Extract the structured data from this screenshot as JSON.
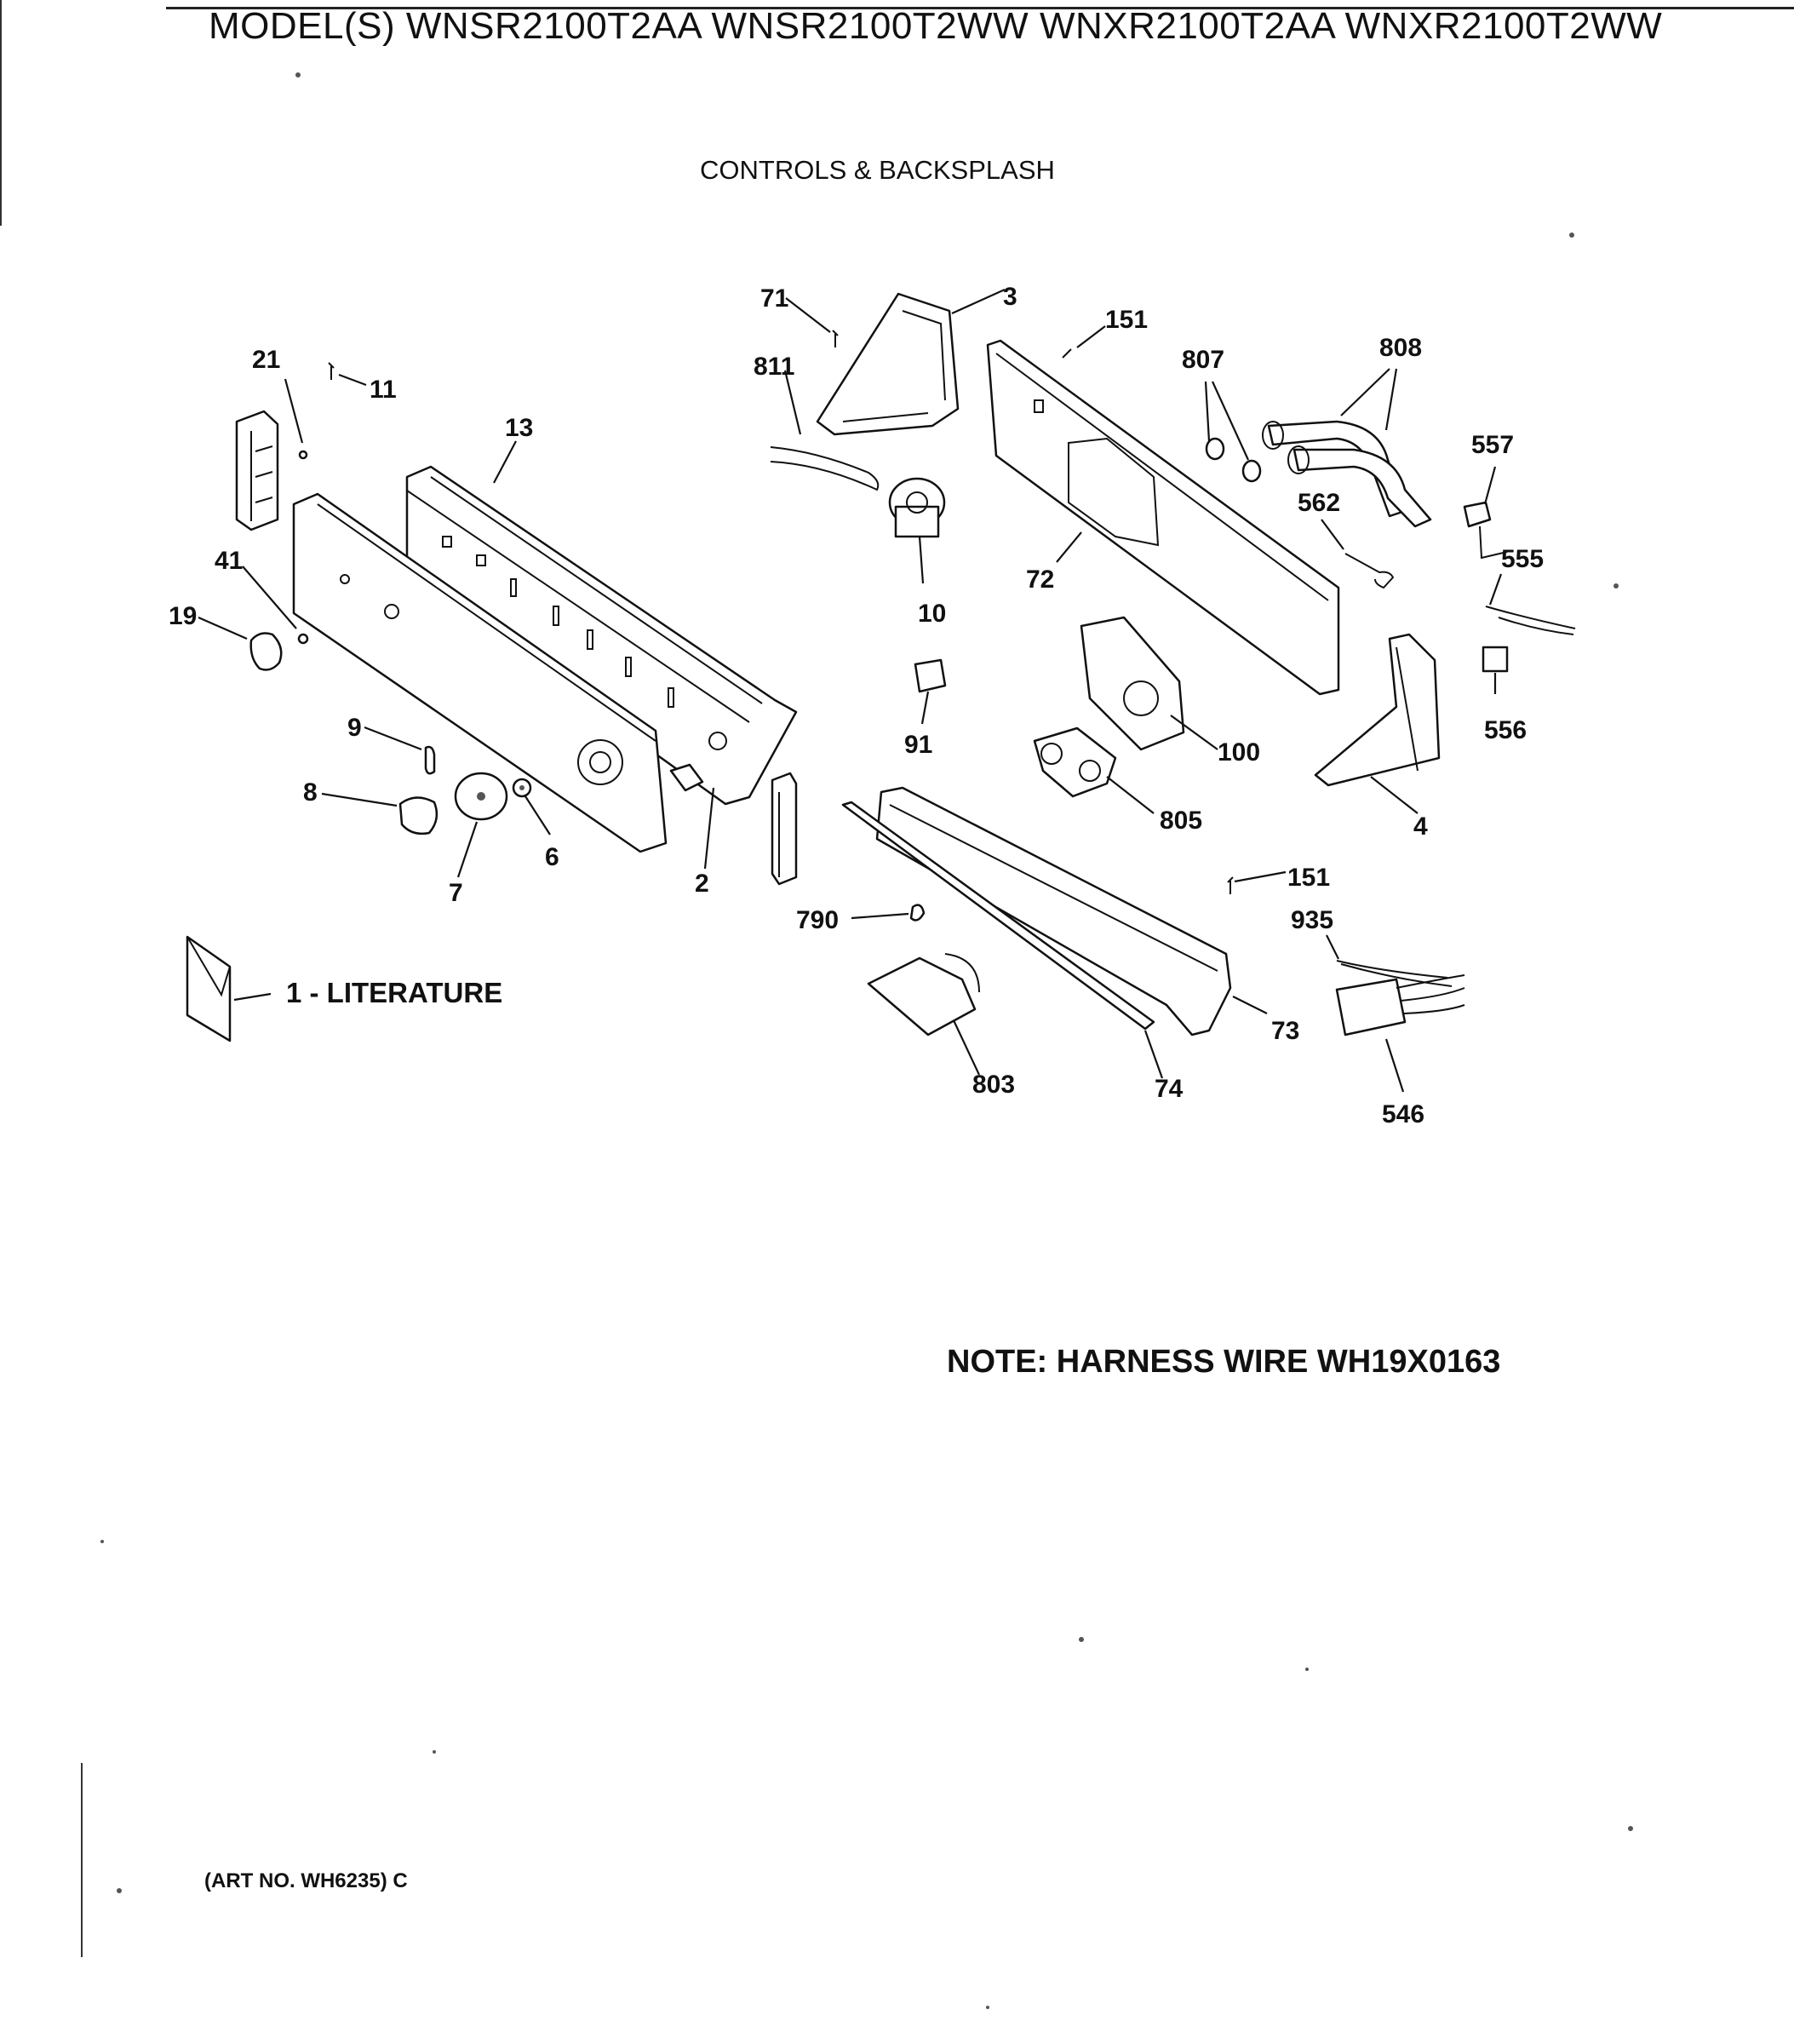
{
  "header": {
    "models": "MODEL(S) WNSR2100T2AA  WNSR2100T2WW  WNXR2100T2AA  WNXR2100T2WW"
  },
  "subtitle": "CONTROLS & BACKSPLASH",
  "note": "NOTE: HARNESS WIRE WH19X0163",
  "art_number": "(ART NO. WH6235) C",
  "literature_label": "1 - LITERATURE",
  "callouts": {
    "c71": "71",
    "c3": "3",
    "c151a": "151",
    "c807": "807",
    "c808": "808",
    "c21": "21",
    "c11": "11",
    "c811": "811",
    "c13": "13",
    "c557": "557",
    "c562": "562",
    "c555": "555",
    "c41": "41",
    "c10": "10",
    "c72": "72",
    "c19": "19",
    "c556": "556",
    "c100": "100",
    "c91": "91",
    "c9": "9",
    "c8": "8",
    "c6": "6",
    "c7": "7",
    "c2": "2",
    "c805": "805",
    "c4": "4",
    "c151b": "151",
    "c790": "790",
    "c935": "935",
    "c73": "73",
    "c803": "803",
    "c74": "74",
    "c546": "546"
  }
}
